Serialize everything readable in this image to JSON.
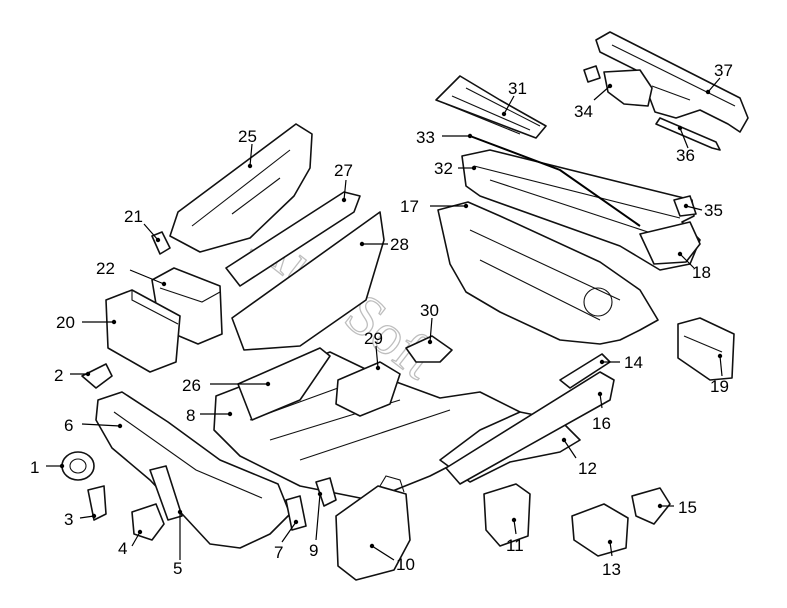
{
  "watermark": "AutoSoft",
  "callouts": [
    {
      "id": "c1",
      "label": "1"
    },
    {
      "id": "c2",
      "label": "2"
    },
    {
      "id": "c3",
      "label": "3"
    },
    {
      "id": "c4",
      "label": "4"
    },
    {
      "id": "c5",
      "label": "5"
    },
    {
      "id": "c6",
      "label": "6"
    },
    {
      "id": "c7",
      "label": "7"
    },
    {
      "id": "c8",
      "label": "8"
    },
    {
      "id": "c9",
      "label": "9"
    },
    {
      "id": "c10",
      "label": "10"
    },
    {
      "id": "c11",
      "label": "11"
    },
    {
      "id": "c12",
      "label": "12"
    },
    {
      "id": "c13",
      "label": "13"
    },
    {
      "id": "c14",
      "label": "14"
    },
    {
      "id": "c15",
      "label": "15"
    },
    {
      "id": "c16",
      "label": "16"
    },
    {
      "id": "c17",
      "label": "17"
    },
    {
      "id": "c18",
      "label": "18"
    },
    {
      "id": "c19",
      "label": "19"
    },
    {
      "id": "c20",
      "label": "20"
    },
    {
      "id": "c21",
      "label": "21"
    },
    {
      "id": "c22",
      "label": "22"
    },
    {
      "id": "c25",
      "label": "25"
    },
    {
      "id": "c26",
      "label": "26"
    },
    {
      "id": "c27",
      "label": "27"
    },
    {
      "id": "c28",
      "label": "28"
    },
    {
      "id": "c29",
      "label": "29"
    },
    {
      "id": "c30",
      "label": "30"
    },
    {
      "id": "c31",
      "label": "31"
    },
    {
      "id": "c32",
      "label": "32"
    },
    {
      "id": "c33",
      "label": "33"
    },
    {
      "id": "c34",
      "label": "34"
    },
    {
      "id": "c35",
      "label": "35"
    },
    {
      "id": "c36",
      "label": "36"
    },
    {
      "id": "c37",
      "label": "37"
    }
  ]
}
